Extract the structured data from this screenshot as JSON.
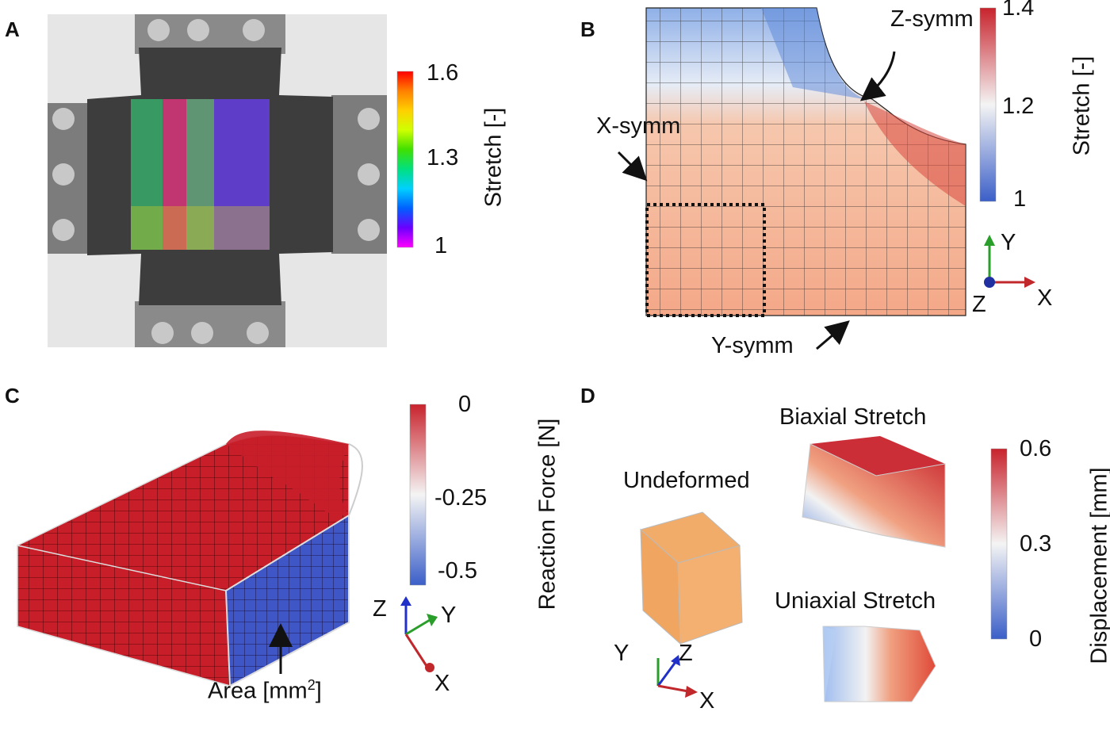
{
  "panels": {
    "a": {
      "letter": "A",
      "colorbar": {
        "label": "Stretch [-]",
        "ticks": [
          "1.6",
          "1.3",
          "1"
        ],
        "range": [
          1,
          1.6
        ],
        "colors": [
          "#ff00ff",
          "#6a00ff",
          "#0060ff",
          "#00d0ff",
          "#00e080",
          "#40e000",
          "#d0ff00",
          "#ffd000",
          "#ff8000",
          "#ff0000"
        ]
      }
    },
    "b": {
      "letter": "B",
      "colorbar": {
        "label": "Stretch [-]",
        "ticks": [
          "1.4",
          "1.2",
          "1"
        ],
        "range": [
          1,
          1.4
        ],
        "colors": [
          "#3b5fc8",
          "#f4f4f4",
          "#c8232c"
        ]
      },
      "annotations": {
        "z_symm": "Z-symm",
        "x_symm": "X-symm",
        "y_symm": "Y-symm"
      },
      "axes": {
        "y": "Y",
        "x": "X",
        "z": "Z"
      }
    },
    "c": {
      "letter": "C",
      "colorbar": {
        "label": "Reaction Force [N]",
        "ticks": [
          "0",
          "-0.25",
          "-0.5"
        ],
        "range": [
          -0.5,
          0
        ],
        "colors": [
          "#3b5fc8",
          "#f4f4f4",
          "#c8232c"
        ]
      },
      "annotation": {
        "area_text": "Area [mm",
        "area_sup": "2",
        "area_close": "]"
      },
      "axes": {
        "z": "Z",
        "y": "Y",
        "x": "X"
      }
    },
    "d": {
      "letter": "D",
      "colorbar": {
        "label": "Displacement [mm]",
        "ticks": [
          "0.6",
          "0.3",
          "0"
        ],
        "range": [
          0,
          0.6
        ],
        "colors": [
          "#3b5fc8",
          "#f4f4f4",
          "#c8232c"
        ]
      },
      "labels": {
        "undeformed": "Undeformed",
        "biaxial": "Biaxial Stretch",
        "uniaxial": "Uniaxial Stretch"
      },
      "axes": {
        "y": "Y",
        "z": "Z",
        "x": "X"
      }
    }
  }
}
